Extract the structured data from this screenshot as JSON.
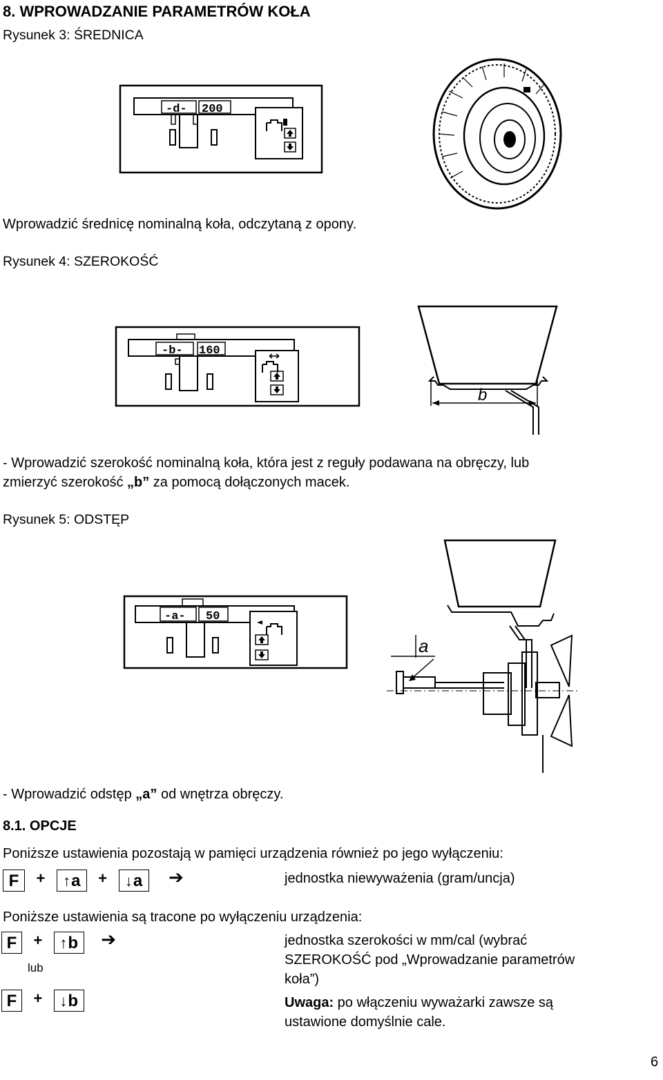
{
  "section_title": "8. WPROWADZANIE PARAMETRÓW KOŁA",
  "fig3": {
    "caption": "Rysunek 3: ŚREDNICA",
    "display_left": "-d-",
    "display_right": "200",
    "text": "Wprowadzić średnicę nominalną koła, odczytaną z opony."
  },
  "fig4": {
    "caption": "Rysunek 4: SZEROKOŚĆ",
    "display_left": "-b-",
    "display_right": "160",
    "dim_label": "b",
    "line1": "-   Wprowadzić szerokość nominalną koła, która jest z reguły podawana na obręczy, lub",
    "line2_pre": "zmierzyć szerokość ",
    "line2_bold": "„b”",
    "line2_post": " za pomocą dołączonych macek."
  },
  "fig5": {
    "caption": "Rysunek 5: ODSTĘP",
    "display_left": "-a-",
    "display_right": "50",
    "dim_label": "a",
    "text_pre": "-   Wprowadzić odstęp ",
    "text_bold": "„a”",
    "text_post": " od wnętrza obręczy."
  },
  "options": {
    "title": "8.1. OPCJE",
    "intro1": "Poniższe ustawienia pozostają w pamięci urządzenia również po jego wyłączeniu:",
    "key_f": "F",
    "key_a": "a",
    "key_b": "b",
    "plus": "+",
    "arrow": "➔",
    "unit_imbalance": "jednostka niewyważenia (gram/uncja)",
    "intro2": "Poniższe ustawienia są tracone po wyłączeniu urządzenia:",
    "or": "lub",
    "width_unit_1": "jednostka szerokości w mm/cal (wybrać",
    "width_unit_2": "SZEROKOŚĆ pod „Wprowadzanie parametrów",
    "width_unit_3": "koła”)",
    "note_label": "Uwaga:",
    "note_text": " po włączeniu wyważarki zawsze są",
    "note_text_2": "ustawione domyślnie cale."
  },
  "page_number": "6"
}
